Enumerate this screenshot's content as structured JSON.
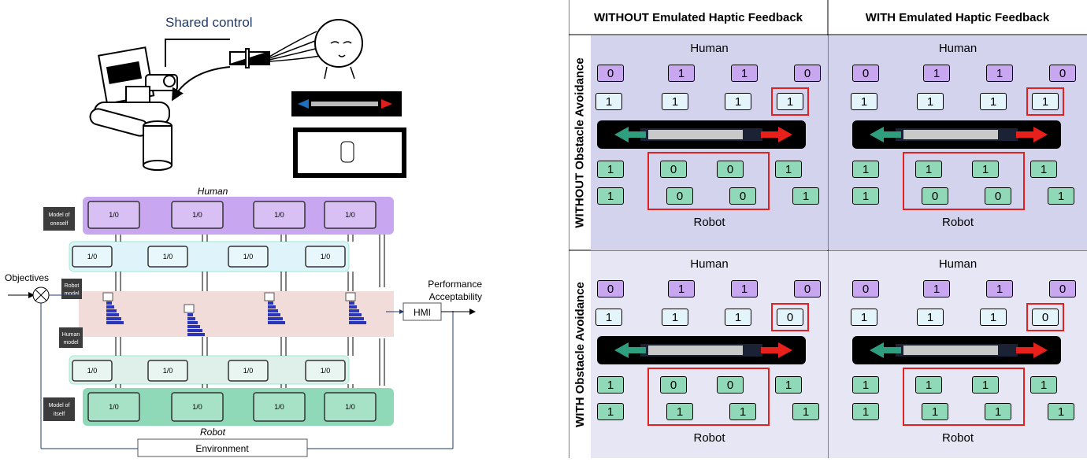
{
  "left_figure": {
    "top_title": "Shared control",
    "block_diagram": {
      "human_label": "Human",
      "robot_label": "Robot",
      "environment_label": "Environment",
      "objectives_label": "Objectives",
      "performance_label": "Performance",
      "acceptability_label": "Acceptability",
      "hmi_label": "HMI",
      "model_of_oneself": [
        "Model of",
        "oneself"
      ],
      "robot_model": [
        "Robot",
        "model"
      ],
      "human_model": [
        "Human",
        "model"
      ],
      "model_of_itself": [
        "Model of",
        "itself"
      ],
      "cell_value": "1/0"
    }
  },
  "matrix": {
    "col_headers": [
      "WITHOUT Emulated Haptic Feedback",
      "WITH Emulated Haptic Feedback"
    ],
    "row_headers": [
      "WITHOUT Obstacle Avoidance",
      "WITH Obstacle Avoidance"
    ],
    "human_label": "Human",
    "robot_label": "Robot",
    "cells": [
      {
        "human": [
          "0",
          "1",
          "1",
          "0"
        ],
        "model": [
          "1",
          "1",
          "1",
          "1"
        ],
        "robot_model": [
          "1",
          "0",
          "0",
          "1"
        ],
        "robot": [
          "1",
          "0",
          "0",
          "1"
        ]
      },
      {
        "human": [
          "0",
          "1",
          "1",
          "0"
        ],
        "model": [
          "1",
          "1",
          "1",
          "1"
        ],
        "robot_model": [
          "1",
          "1",
          "1",
          "1"
        ],
        "robot": [
          "1",
          "0",
          "0",
          "1"
        ]
      },
      {
        "human": [
          "0",
          "1",
          "1",
          "0"
        ],
        "model": [
          "1",
          "1",
          "1",
          "0"
        ],
        "robot_model": [
          "1",
          "0",
          "0",
          "1"
        ],
        "robot": [
          "1",
          "1",
          "1",
          "1"
        ]
      },
      {
        "human": [
          "0",
          "1",
          "1",
          "0"
        ],
        "model": [
          "1",
          "1",
          "1",
          "0"
        ],
        "robot_model": [
          "1",
          "1",
          "1",
          "1"
        ],
        "robot": [
          "1",
          "1",
          "1",
          "1"
        ]
      }
    ],
    "colors": {
      "human_box": "#c9a6f0",
      "model_box": "#e4f4fb",
      "robot_box": "#90d9b8",
      "highlight": "#e1201f",
      "arrow_left": "#2e9e7e",
      "arrow_right": "#e8201c"
    }
  }
}
